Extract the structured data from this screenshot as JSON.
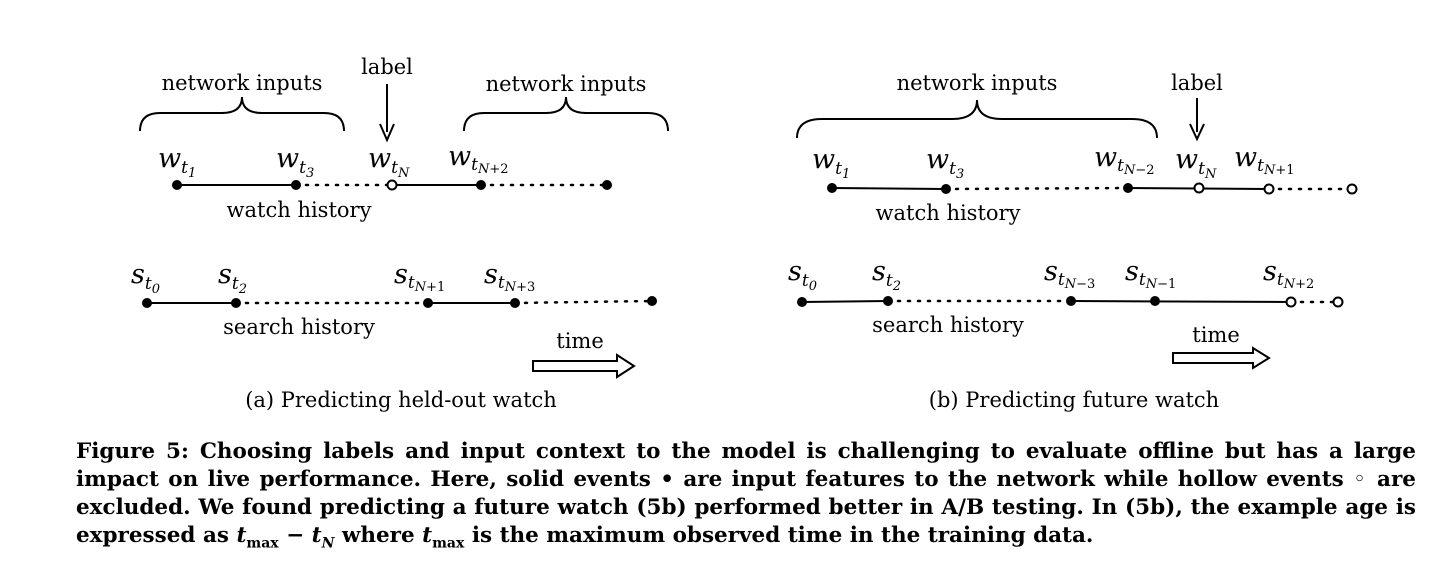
{
  "panel_a": {
    "network_inputs_left": "network inputs",
    "label": "label",
    "network_inputs_right": "network inputs",
    "watch_history": "watch history",
    "search_history": "search history",
    "time": "time",
    "subcaption": "(a) Predicting held-out watch"
  },
  "panel_b": {
    "network_inputs": "network inputs",
    "label": "label",
    "watch_history": "watch history",
    "search_history": "search history",
    "time": "time",
    "subcaption": "(b) Predicting future watch"
  },
  "caption": {
    "t1": "Figure 5: Choosing labels and input context to the model is challenging to evaluate offline but has a large impact on live performance. Here, solid events • are input features to the network while hollow events ◦ are excluded. We found predicting a future watch (5b) performed better in A/B testing. In (5b), the example age is expressed as ",
    "t2": " where ",
    "t3": " is the maximum observed time in the training data."
  }
}
